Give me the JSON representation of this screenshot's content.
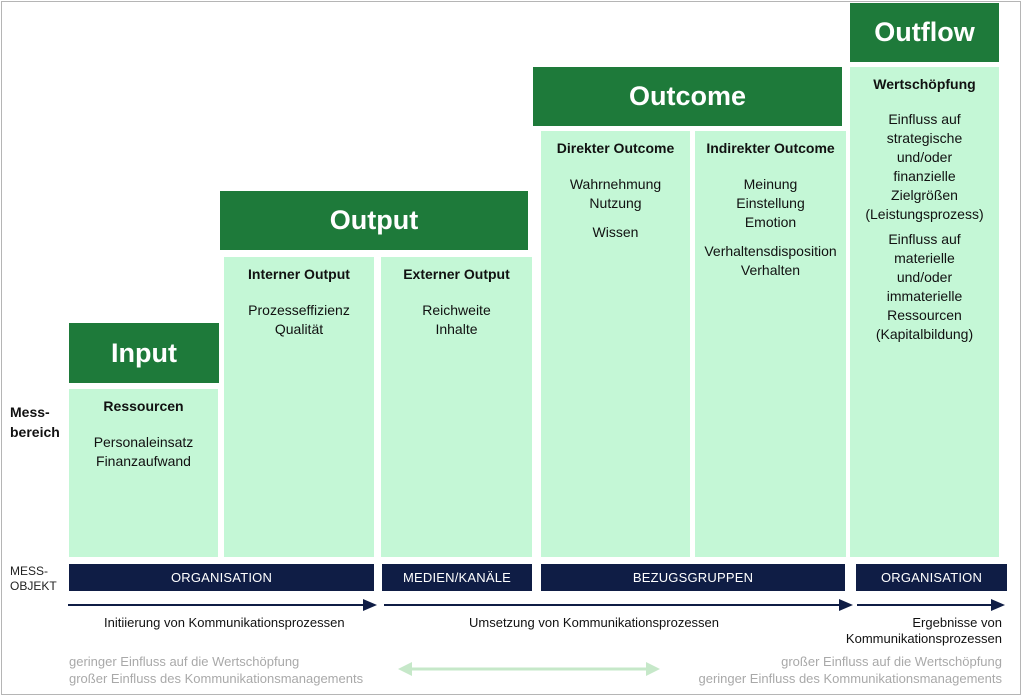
{
  "headers": {
    "input": "Input",
    "output": "Output",
    "outcome": "Outcome",
    "outflow": "Outflow"
  },
  "columns": {
    "ressourcen": {
      "title": "Ressourcen",
      "lines": [
        "Personaleinsatz",
        "Finanzaufwand"
      ]
    },
    "interner_output": {
      "title": "Interner Output",
      "lines": [
        "Prozesseffizienz",
        "Qualität"
      ]
    },
    "externer_output": {
      "title": "Externer Output",
      "lines": [
        "Reichweite",
        "Inhalte"
      ]
    },
    "direkter_outcome": {
      "title": "Direkter Outcome",
      "lines": [
        "Wahrnehmung",
        "Nutzung",
        "Wissen"
      ]
    },
    "indirekter_outcome": {
      "title": "Indirekter Outcome",
      "lines": [
        "Meinung",
        "Einstellung",
        "Emotion",
        "Verhaltensdisposition",
        "Verhalten"
      ]
    },
    "wertschoepfung": {
      "title": "Wertschöpfung",
      "lines": [
        "Einfluss auf",
        "strategische",
        "und/oder",
        "finanzielle",
        "Zielgrößen",
        "(Leistungsprozess)",
        "Einfluss auf",
        "materielle",
        "und/oder",
        "immaterielle",
        "Ressourcen",
        "(Kapitalbildung)"
      ]
    }
  },
  "side_labels": {
    "messbereich_1": "Mess-",
    "messbereich_2": "bereich",
    "messobjekt_1": "MESS-",
    "messobjekt_2": "OBJEKT"
  },
  "objects": [
    "ORGANISATION",
    "MEDIEN/KANÄLE",
    "BEZUGSGRUPPEN",
    "ORGANISATION"
  ],
  "processes": {
    "initiierung": "Initiierung von Kommunikationsprozessen",
    "umsetzung": "Umsetzung von Kommunikationsprozessen",
    "ergebnisse_1": "Ergebnisse von",
    "ergebnisse_2": "Kommunikationsprozessen"
  },
  "influence": {
    "left_1": "geringer Einfluss auf die Wertschöpfung",
    "left_2": "großer Einfluss des Kommunikationsmanagements",
    "right_1": "großer Einfluss auf die Wertschöpfung",
    "right_2": "geringer Einfluss des Kommunikationsmanagements"
  },
  "colors": {
    "header_green": "#1e7a3a",
    "column_mint": "#c4f7d6",
    "bar_navy": "#0f1d45",
    "arrow_light_green": "#c6e8c9"
  }
}
